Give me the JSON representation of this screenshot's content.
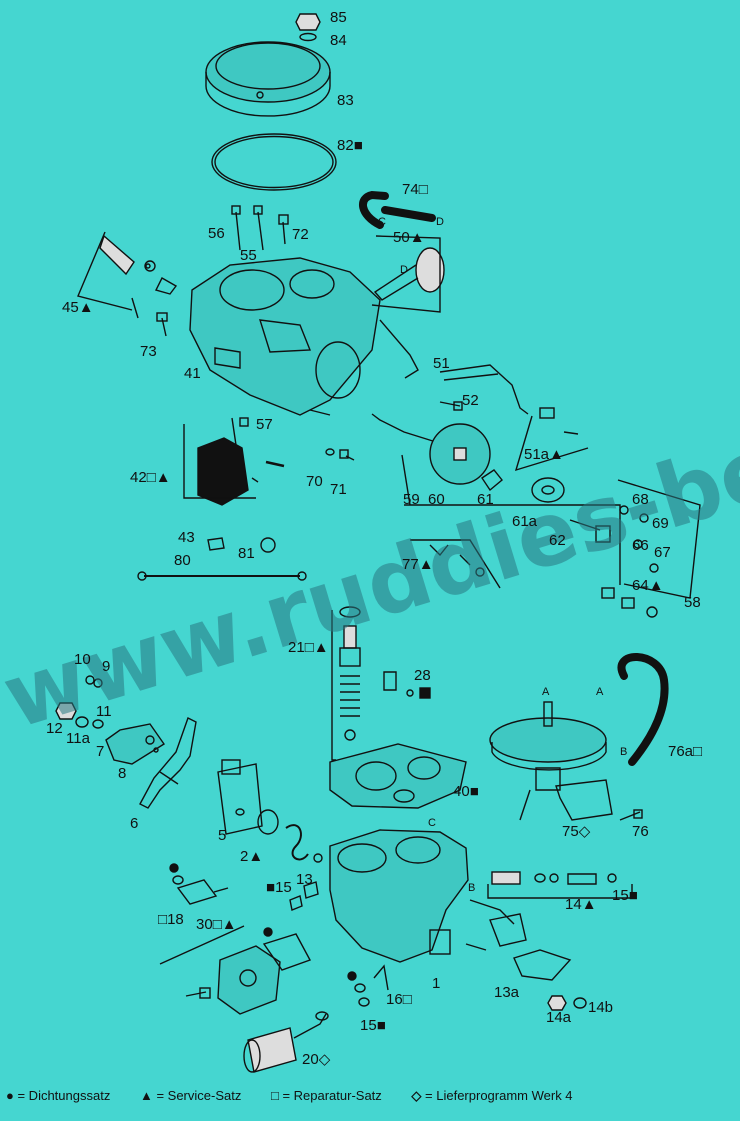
{
  "watermark": "www.ruddies-berlin.de",
  "parts": [
    {
      "label": "85",
      "mark": ""
    },
    {
      "label": "84",
      "mark": ""
    },
    {
      "label": "83",
      "mark": ""
    },
    {
      "label": "82",
      "mark": "■"
    },
    {
      "label": "74",
      "mark": "□"
    },
    {
      "label": "50",
      "mark": "▲"
    },
    {
      "label": "56",
      "mark": ""
    },
    {
      "label": "55",
      "mark": ""
    },
    {
      "label": "72",
      "mark": ""
    },
    {
      "label": "45",
      "mark": "▲"
    },
    {
      "label": "73",
      "mark": ""
    },
    {
      "label": "41",
      "mark": ""
    },
    {
      "label": "51",
      "mark": ""
    },
    {
      "label": "52",
      "mark": ""
    },
    {
      "label": "57",
      "mark": ""
    },
    {
      "label": "51a",
      "mark": "▲"
    },
    {
      "label": "42",
      "mark": "□▲"
    },
    {
      "label": "70",
      "mark": ""
    },
    {
      "label": "71",
      "mark": ""
    },
    {
      "label": "59",
      "mark": ""
    },
    {
      "label": "60",
      "mark": ""
    },
    {
      "label": "61",
      "mark": ""
    },
    {
      "label": "68",
      "mark": ""
    },
    {
      "label": "69",
      "mark": ""
    },
    {
      "label": "61a",
      "mark": ""
    },
    {
      "label": "62",
      "mark": ""
    },
    {
      "label": "66",
      "mark": ""
    },
    {
      "label": "67",
      "mark": ""
    },
    {
      "label": "43",
      "mark": ""
    },
    {
      "label": "81",
      "mark": ""
    },
    {
      "label": "80",
      "mark": ""
    },
    {
      "label": "77",
      "mark": "▲"
    },
    {
      "label": "64",
      "mark": "▲"
    },
    {
      "label": "58",
      "mark": ""
    },
    {
      "label": "21",
      "mark": "□▲"
    },
    {
      "label": "10",
      "mark": ""
    },
    {
      "label": "9",
      "mark": ""
    },
    {
      "label": "28",
      "mark": ""
    },
    {
      "label": "12",
      "mark": ""
    },
    {
      "label": "11",
      "mark": ""
    },
    {
      "label": "11a",
      "mark": ""
    },
    {
      "label": "7",
      "mark": ""
    },
    {
      "label": "8",
      "mark": ""
    },
    {
      "label": "76a",
      "mark": "□"
    },
    {
      "label": "40",
      "mark": "■"
    },
    {
      "label": "6",
      "mark": ""
    },
    {
      "label": "5",
      "mark": ""
    },
    {
      "label": "75",
      "mark": "◇"
    },
    {
      "label": "76",
      "mark": ""
    },
    {
      "label": "2",
      "mark": "▲"
    },
    {
      "label": "13",
      "mark": ""
    },
    {
      "label": "15",
      "mark": ""
    },
    {
      "label": "15",
      "mark": "■"
    },
    {
      "label": "14",
      "mark": "▲"
    },
    {
      "label": "18",
      "mark": ""
    },
    {
      "label": "30",
      "mark": "□▲"
    },
    {
      "label": "13a",
      "mark": ""
    },
    {
      "label": "16",
      "mark": "□"
    },
    {
      "label": "1",
      "mark": ""
    },
    {
      "label": "14a",
      "mark": ""
    },
    {
      "label": "14b",
      "mark": ""
    },
    {
      "label": "15",
      "mark": "■"
    },
    {
      "label": "20",
      "mark": "◇"
    }
  ],
  "part_prefixes": {
    "p52": "■",
    "p54": "□"
  },
  "letters": [
    "C",
    "D",
    "D",
    "A",
    "A",
    "B",
    "C",
    "B"
  ],
  "legend": [
    {
      "symbol": "●",
      "text": " = Dichtungssatz"
    },
    {
      "symbol": "▲",
      "text": " = Service-Satz"
    },
    {
      "symbol": "□",
      "text": " = Reparatur-Satz"
    },
    {
      "symbol": "◇",
      "text": " = Lieferprogramm Werk 4"
    }
  ]
}
